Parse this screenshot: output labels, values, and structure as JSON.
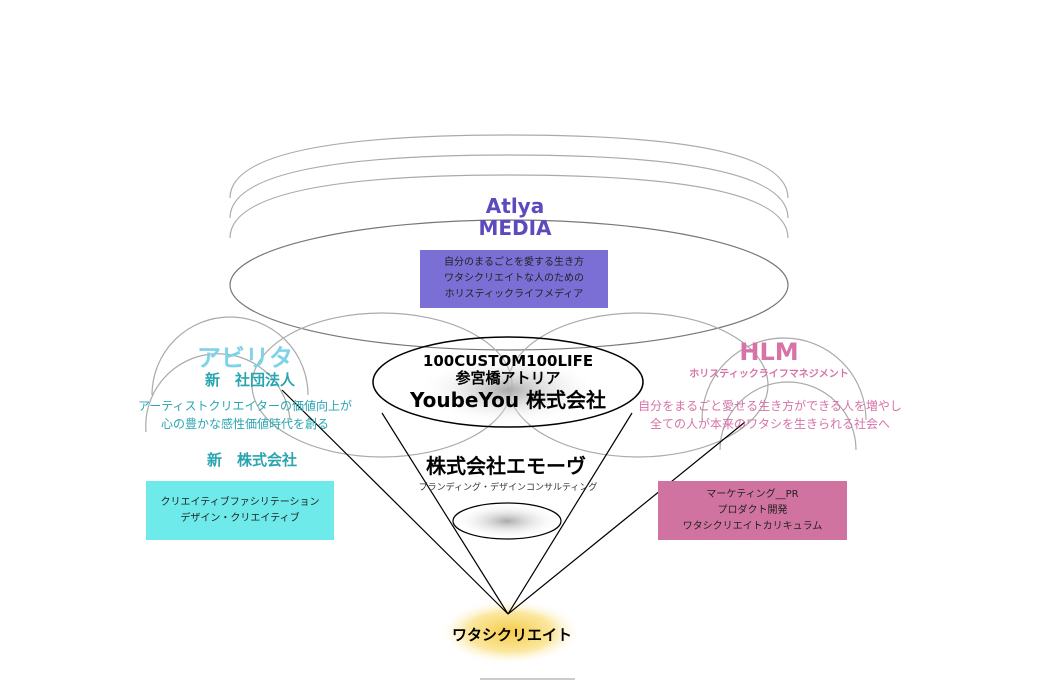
{
  "colors": {
    "media": "#5b4bbd",
    "media_box": "#7b6fd6",
    "abirita": "#7fd3e8",
    "abirita_text": "#2aa5b0",
    "abirita_box": "#6eeaea",
    "hlm": "#d773a8",
    "hlm_box": "#d173a0",
    "glow": "#f7d25a"
  },
  "media": {
    "title1": "Atlya",
    "title2": "MEDIA",
    "box_lines": [
      "自分のまるごとを愛する生き方",
      "ワタシクリエイトな人のための",
      "ホリスティックライフメディア"
    ]
  },
  "abirita": {
    "title": "アビリタ",
    "subtitle": "新　社団法人",
    "desc_lines": [
      "アーティストクリエイターの価値向上が",
      "心の豊かな感性価値時代を創る"
    ],
    "company": "新　株式会社",
    "box_lines": [
      "クリエイティブファシリテーション",
      "デザイン・クリエイティブ"
    ]
  },
  "hlm": {
    "title": "HLM",
    "subtitle": "ホリスティックライフマネジメント",
    "desc_lines": [
      "自分をまるごと愛せる生き方ができる人を増やし",
      "全ての人が本来のワタシを生きられる社会へ"
    ],
    "box_lines": [
      "マーケティング__PR",
      "プロダクト開発",
      "ワタシクリエイトカリキュラム"
    ]
  },
  "center": {
    "line1": "100CUSTOM100LIFE",
    "line2": "参宮橋アトリア",
    "line3": "YoubeYou 株式会社"
  },
  "emove": {
    "title": "株式会社エモーヴ",
    "subtitle": "ブランディング・デザインコンサルティング"
  },
  "root": {
    "label": "ワタシクリエイト"
  }
}
